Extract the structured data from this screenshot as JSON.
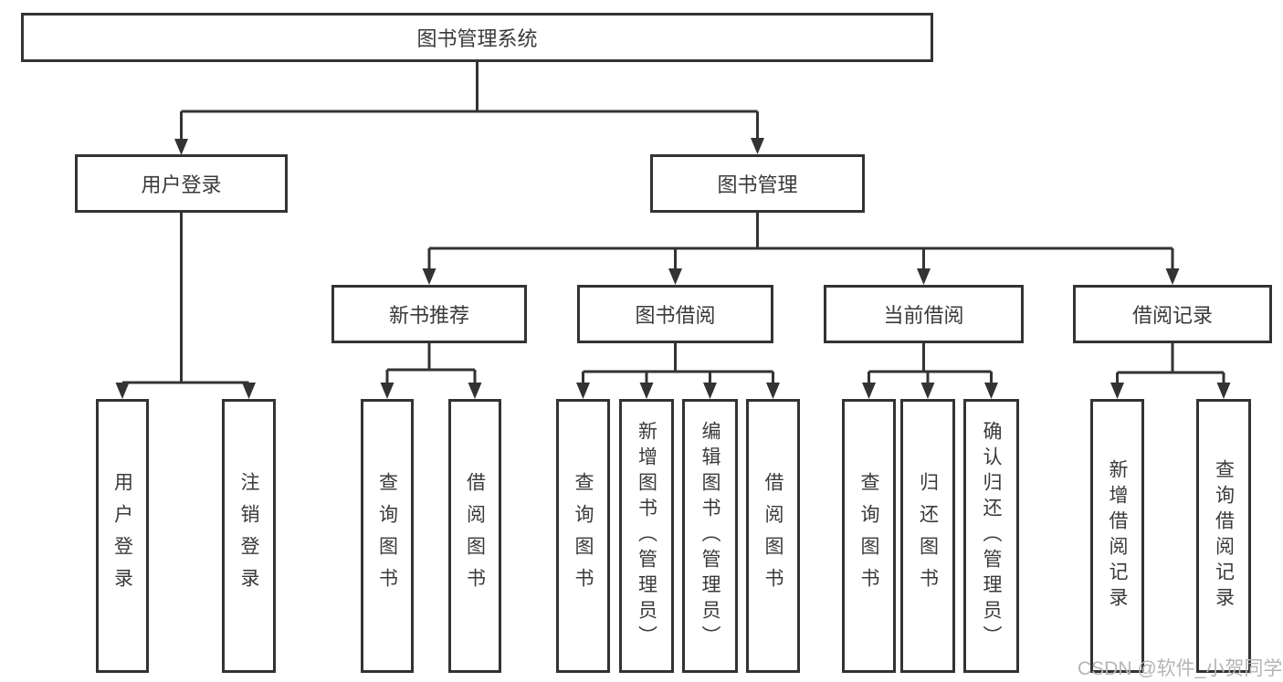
{
  "diagram": {
    "root": {
      "label": "图书管理系统"
    },
    "level1": [
      {
        "label": "用户登录"
      },
      {
        "label": "图书管理"
      }
    ],
    "level2": [
      {
        "label": "新书推荐"
      },
      {
        "label": "图书借阅"
      },
      {
        "label": "当前借阅"
      },
      {
        "label": "借阅记录"
      }
    ],
    "leaves": {
      "user": [
        "用户登录",
        "注销登录"
      ],
      "recommend": [
        "查询图书",
        "借阅图书"
      ],
      "borrow": [
        "查询图书",
        "新增图书（管理员）",
        "编辑图书（管理员）",
        "借阅图书"
      ],
      "current": [
        "查询图书",
        "归还图书",
        "确认归还（管理员）"
      ],
      "records": [
        "新增借阅记录",
        "查询借阅记录"
      ]
    }
  },
  "watermark": {
    "text": "CSDN @软件_小贺同学"
  },
  "colors": {
    "line": "#333333",
    "text": "#3a3a3a",
    "background": "#ffffff",
    "watermark": "#b5b5b5"
  }
}
